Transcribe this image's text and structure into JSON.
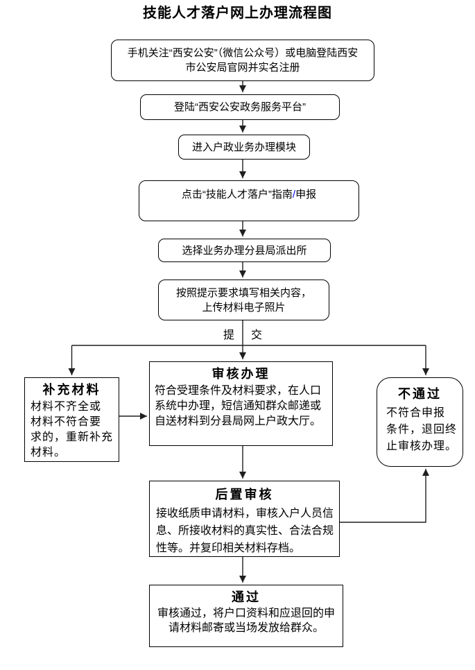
{
  "page": {
    "title": "技能人才落户网上办理流程图"
  },
  "steps": {
    "register": "手机关注“西安公安”（微信公众号）或电脑登陆西安\n市公安局官网并实名注册",
    "login": "登陆“西安公安政务服务平台”",
    "enter_module": "进入户政业务办理模块",
    "click_guide_prefix": "点击“技能人才落户”指南",
    "click_guide_slash": "/",
    "click_guide_suffix": "申报",
    "select_station": "选择业务办理分县局派出所",
    "fill_upload": "按照提示要求填写相关内容，\n上传材料电子照片"
  },
  "submit": {
    "left": "提",
    "right": "交"
  },
  "branches": {
    "supplement": {
      "title": "补充材料",
      "body": "材料不齐全或\n材料不符合要\n求的，重新补充\n材料。"
    },
    "review": {
      "title": "审核办理",
      "body": "符合受理条件及材料要求，在人口\n系统中办理，短信通知群众邮递或\n自送材料到分县局网上户政大厅。"
    },
    "reject": {
      "title": "不通过",
      "body": "不符合申报\n条件，退回终\n止审核办理。"
    },
    "post_review": {
      "title": "后置审核",
      "body": "接收纸质申请材料，审核入户人员信\n息、所接收材料的真实性、合法合规\n性等。并复印相关材料存档。"
    },
    "pass": {
      "title": "通过",
      "body": "审核通过，将户口资料和应退回的申\n请材料邮寄或当场发放给群众。"
    }
  },
  "colors": {
    "background": "#ffffff",
    "text": "#000000",
    "border": "#000000",
    "line": "#1f1f1f",
    "slash_link": "#0000ee"
  }
}
